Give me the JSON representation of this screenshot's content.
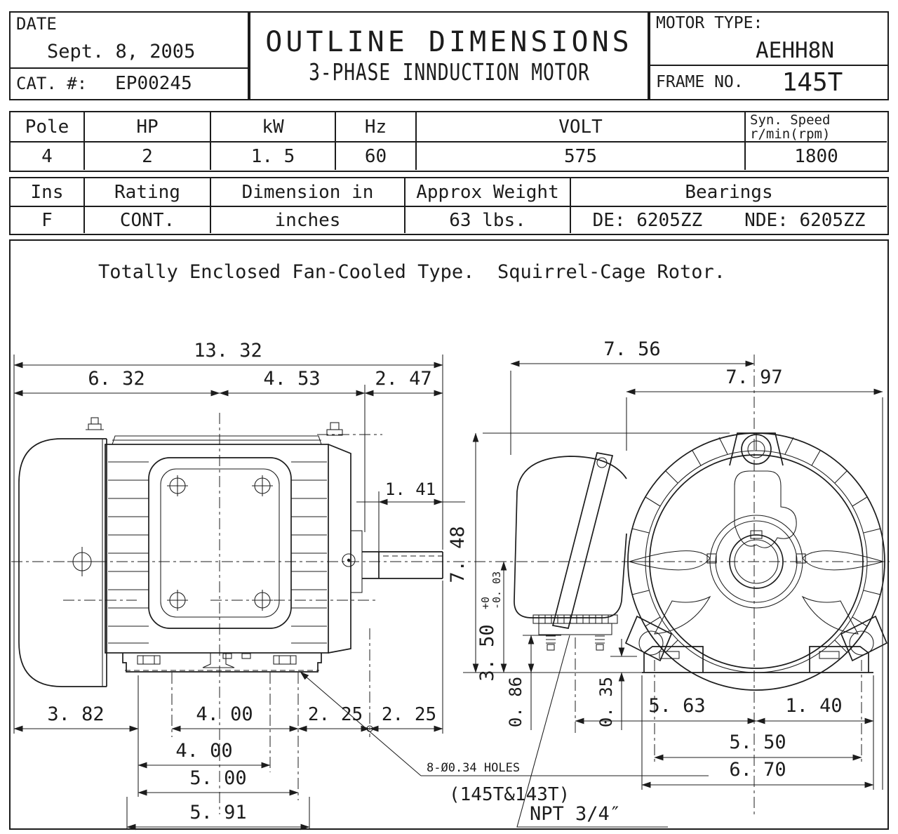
{
  "title_block": {
    "date_label": "DATE",
    "date_value": "Sept. 8, 2005",
    "cat_label": "CAT. #:",
    "cat_value": "EP00245",
    "title_line1": "OUTLINE DIMENSIONS",
    "title_line2": "3-PHASE INNDUCTION MOTOR",
    "motor_type_label": "MOTOR TYPE:",
    "motor_type_value": "AEHH8N",
    "frame_label": "FRAME NO.",
    "frame_value": "145T"
  },
  "table1": {
    "headers": [
      "Pole",
      "HP",
      "kW",
      "Hz",
      "VOLT"
    ],
    "syn_speed_line1": "Syn. Speed",
    "syn_speed_line2": "r/min(rpm)",
    "values": [
      "4",
      "2",
      "1. 5",
      "60",
      "575",
      "1800"
    ]
  },
  "table2": {
    "headers": [
      "Ins",
      "Rating",
      "Dimension in",
      "Approx Weight",
      "Bearings"
    ],
    "values": [
      "F",
      "CONT.",
      "inches",
      "63 lbs."
    ],
    "bearings_de": "DE: 6205ZZ",
    "bearings_nde": "NDE: 6205ZZ"
  },
  "note": "Totally Enclosed Fan-Cooled Type.  Squirrel-Cage Rotor.",
  "dims": {
    "side": {
      "overall": "13. 32",
      "fan": "6. 32",
      "frame": "4. 53",
      "shaft": "2. 47",
      "key": "1. 41",
      "foot_offset": "3. 82",
      "bolt1": "4. 00",
      "bolt2": "4. 00",
      "foot": "5. 00",
      "base": "5. 91",
      "s225a": "2. 25",
      "s225b": "2. 25",
      "holes": "8-Ø0.34 HOLES",
      "holes_frames": "(145T&143T)"
    },
    "end": {
      "box": "7. 56",
      "width": "7. 97",
      "height": "7. 48",
      "shaft_h": "3. 50",
      "tol_plus": "+0",
      "tol_minus": "-0. 03",
      "h086": "0. 86",
      "h035": "0. 35",
      "w563": "5. 63",
      "w140": "1. 40",
      "w550": "5. 50",
      "w670": "6. 70",
      "npt": "NPT 3/4″"
    }
  }
}
